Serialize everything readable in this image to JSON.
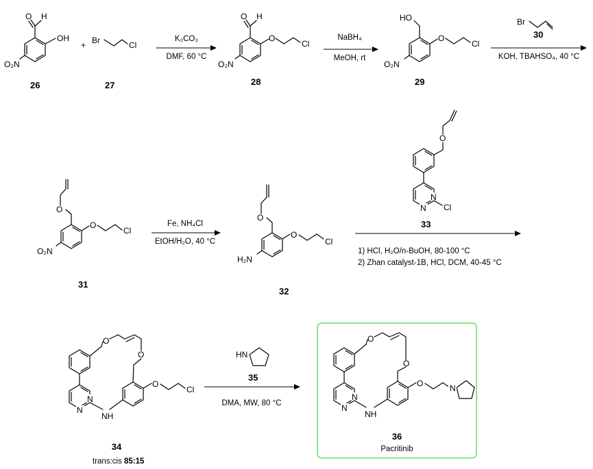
{
  "compounds": {
    "c26": "26",
    "c27": "27",
    "c28": "28",
    "c29": "29",
    "c30": "30",
    "c31": "31",
    "c32": "32",
    "c33": "33",
    "c34": "34",
    "c35": "35",
    "c36": "36"
  },
  "atoms": {
    "o": "O",
    "h": "H",
    "oh": "OH",
    "ho": "HO",
    "cl": "Cl",
    "br": "Br",
    "n": "N",
    "nh": "NH",
    "hn": "HN",
    "o2n": "O₂N",
    "h2n": "H₂N",
    "plus": "+"
  },
  "steps": {
    "s1_reagent": "K₂CO₃",
    "s1_conditions": "DMF, 60 °C",
    "s2_reagent": "NaBH₄",
    "s2_conditions": "MeOH, rt",
    "s3_conditions": "KOH, TBAHSO₄, 40 °C",
    "s4_reagent": "Fe, NH₄Cl",
    "s4_conditions": "EtOH/H₂O, 40 °C",
    "s5_line1": "1) HCl, H₂O/n-BuOH, 80-100 °C",
    "s5_line2": "2) Zhan catalyst-1B, HCl, DCM,  40-45 °C",
    "s6_conditions": "DMA, MW, 80 °C"
  },
  "ratio": {
    "label": "trans:cis ",
    "value": "85:15"
  },
  "product": {
    "name": "Pacritinib"
  },
  "colors": {
    "highlight": "#66dd66"
  }
}
